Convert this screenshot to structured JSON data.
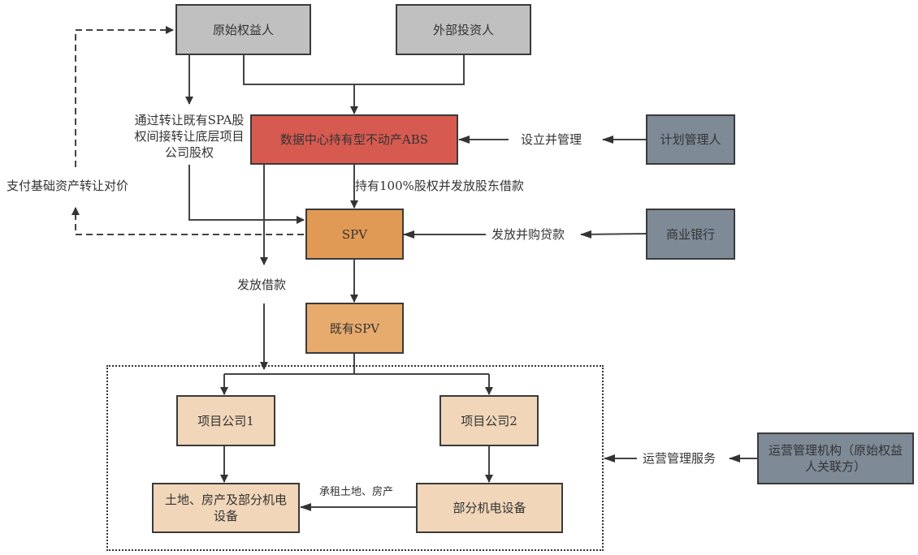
{
  "diagram": {
    "nodes": {
      "originator": "原始权益人",
      "external_investor": "外部投资人",
      "abs": "数据中心持有型不动产ABS",
      "plan_manager": "计划管理人",
      "spv": "SPV",
      "commercial_bank": "商业银行",
      "existing_spv": "既有SPV",
      "project_company_1": "项目公司1",
      "project_company_2": "项目公司2",
      "land_property": "土地、房产及部分机电设备",
      "equipment": "部分机电设备",
      "operation_manager": "运营管理机构（原始权益人关联方）"
    },
    "edge_labels": {
      "transfer_equity": "通过转让既有SPA股权间接转让底层项目公司股权",
      "pay_consideration": "支付基础资产转让对价",
      "establish_manage": "设立并管理",
      "hold_equity_loan": "持有100%股权并发放股东借款",
      "acquisition_loan": "发放并购贷款",
      "issue_loan": "发放借款",
      "lease": "承租土地、房产",
      "operation_service": "运营管理服务"
    },
    "colors": {
      "investor_box": "#c0c0c0",
      "abs_box": "#d75a50",
      "spv_box": "#e19a55",
      "existing_spv_box": "#e8ab6e",
      "project_box": "#f1d6b9",
      "external_party_box": "#7f8a97",
      "line": "#3a3a3a"
    }
  }
}
